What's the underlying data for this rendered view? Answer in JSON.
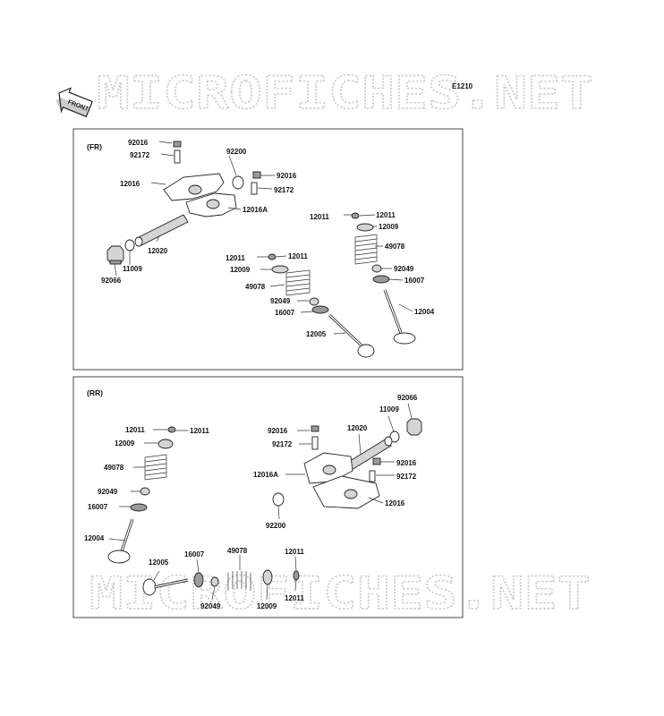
{
  "watermark": "MICROFICHES.NET",
  "figure_code": "E1210",
  "front_label": "FRONT",
  "sections": {
    "fr": {
      "title": "(FR)"
    },
    "rr": {
      "title": "(RR)"
    }
  },
  "fr_labels": [
    {
      "id": "fr-92016-a",
      "text": "92016"
    },
    {
      "id": "fr-92172-a",
      "text": "92172"
    },
    {
      "id": "fr-92200",
      "text": "92200"
    },
    {
      "id": "fr-92016-b",
      "text": "92016"
    },
    {
      "id": "fr-92172-b",
      "text": "92172"
    },
    {
      "id": "fr-12016",
      "text": "12016"
    },
    {
      "id": "fr-12016a",
      "text": "12016A"
    },
    {
      "id": "fr-12020",
      "text": "12020"
    },
    {
      "id": "fr-11009",
      "text": "11009"
    },
    {
      "id": "fr-92066",
      "text": "92066"
    },
    {
      "id": "fr-12011-a",
      "text": "12011"
    },
    {
      "id": "fr-12011-b",
      "text": "12011"
    },
    {
      "id": "fr-12009-a",
      "text": "12009"
    },
    {
      "id": "fr-49078-a",
      "text": "49078"
    },
    {
      "id": "fr-92049-a",
      "text": "92049"
    },
    {
      "id": "fr-16007-a",
      "text": "16007"
    },
    {
      "id": "fr-12004",
      "text": "12004"
    },
    {
      "id": "fr-12011-c",
      "text": "12011"
    },
    {
      "id": "fr-12011-d",
      "text": "12011"
    },
    {
      "id": "fr-12009-b",
      "text": "12009"
    },
    {
      "id": "fr-49078-b",
      "text": "49078"
    },
    {
      "id": "fr-92049-b",
      "text": "92049"
    },
    {
      "id": "fr-16007-b",
      "text": "16007"
    },
    {
      "id": "fr-12005",
      "text": "12005"
    }
  ],
  "rr_labels": [
    {
      "id": "rr-12011-a",
      "text": "12011"
    },
    {
      "id": "rr-12011-b",
      "text": "12011"
    },
    {
      "id": "rr-12009-a",
      "text": "12009"
    },
    {
      "id": "rr-49078-a",
      "text": "49078"
    },
    {
      "id": "rr-92049-a",
      "text": "92049"
    },
    {
      "id": "rr-16007-a",
      "text": "16007"
    },
    {
      "id": "rr-12004",
      "text": "12004"
    },
    {
      "id": "rr-12005",
      "text": "12005"
    },
    {
      "id": "rr-16007-b",
      "text": "16007"
    },
    {
      "id": "rr-92049-b",
      "text": "92049"
    },
    {
      "id": "rr-49078-b",
      "text": "49078"
    },
    {
      "id": "rr-12009-b",
      "text": "12009"
    },
    {
      "id": "rr-12011-c",
      "text": "12011"
    },
    {
      "id": "rr-12011-d",
      "text": "12011"
    },
    {
      "id": "rr-92066",
      "text": "92066"
    },
    {
      "id": "rr-11009",
      "text": "11009"
    },
    {
      "id": "rr-12020",
      "text": "12020"
    },
    {
      "id": "rr-92016-a",
      "text": "92016"
    },
    {
      "id": "rr-92172-a",
      "text": "92172"
    },
    {
      "id": "rr-92016-b",
      "text": "92016"
    },
    {
      "id": "rr-92172-b",
      "text": "92172"
    },
    {
      "id": "rr-12016a",
      "text": "12016A"
    },
    {
      "id": "rr-12016",
      "text": "12016"
    },
    {
      "id": "rr-92200",
      "text": "92200"
    }
  ]
}
